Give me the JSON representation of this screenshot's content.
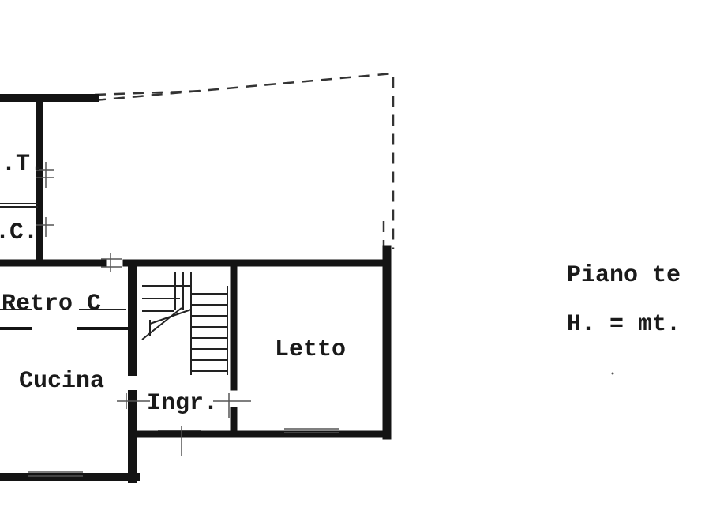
{
  "rooms": {
    "wc_top": ".T.",
    "wc_bottom": ".C.",
    "retro": "Retro C",
    "cucina": "Cucina",
    "ingresso": "Ingr.",
    "letto": "Letto"
  },
  "legend": {
    "line1": "Piano te",
    "line2": "H. = mt."
  }
}
